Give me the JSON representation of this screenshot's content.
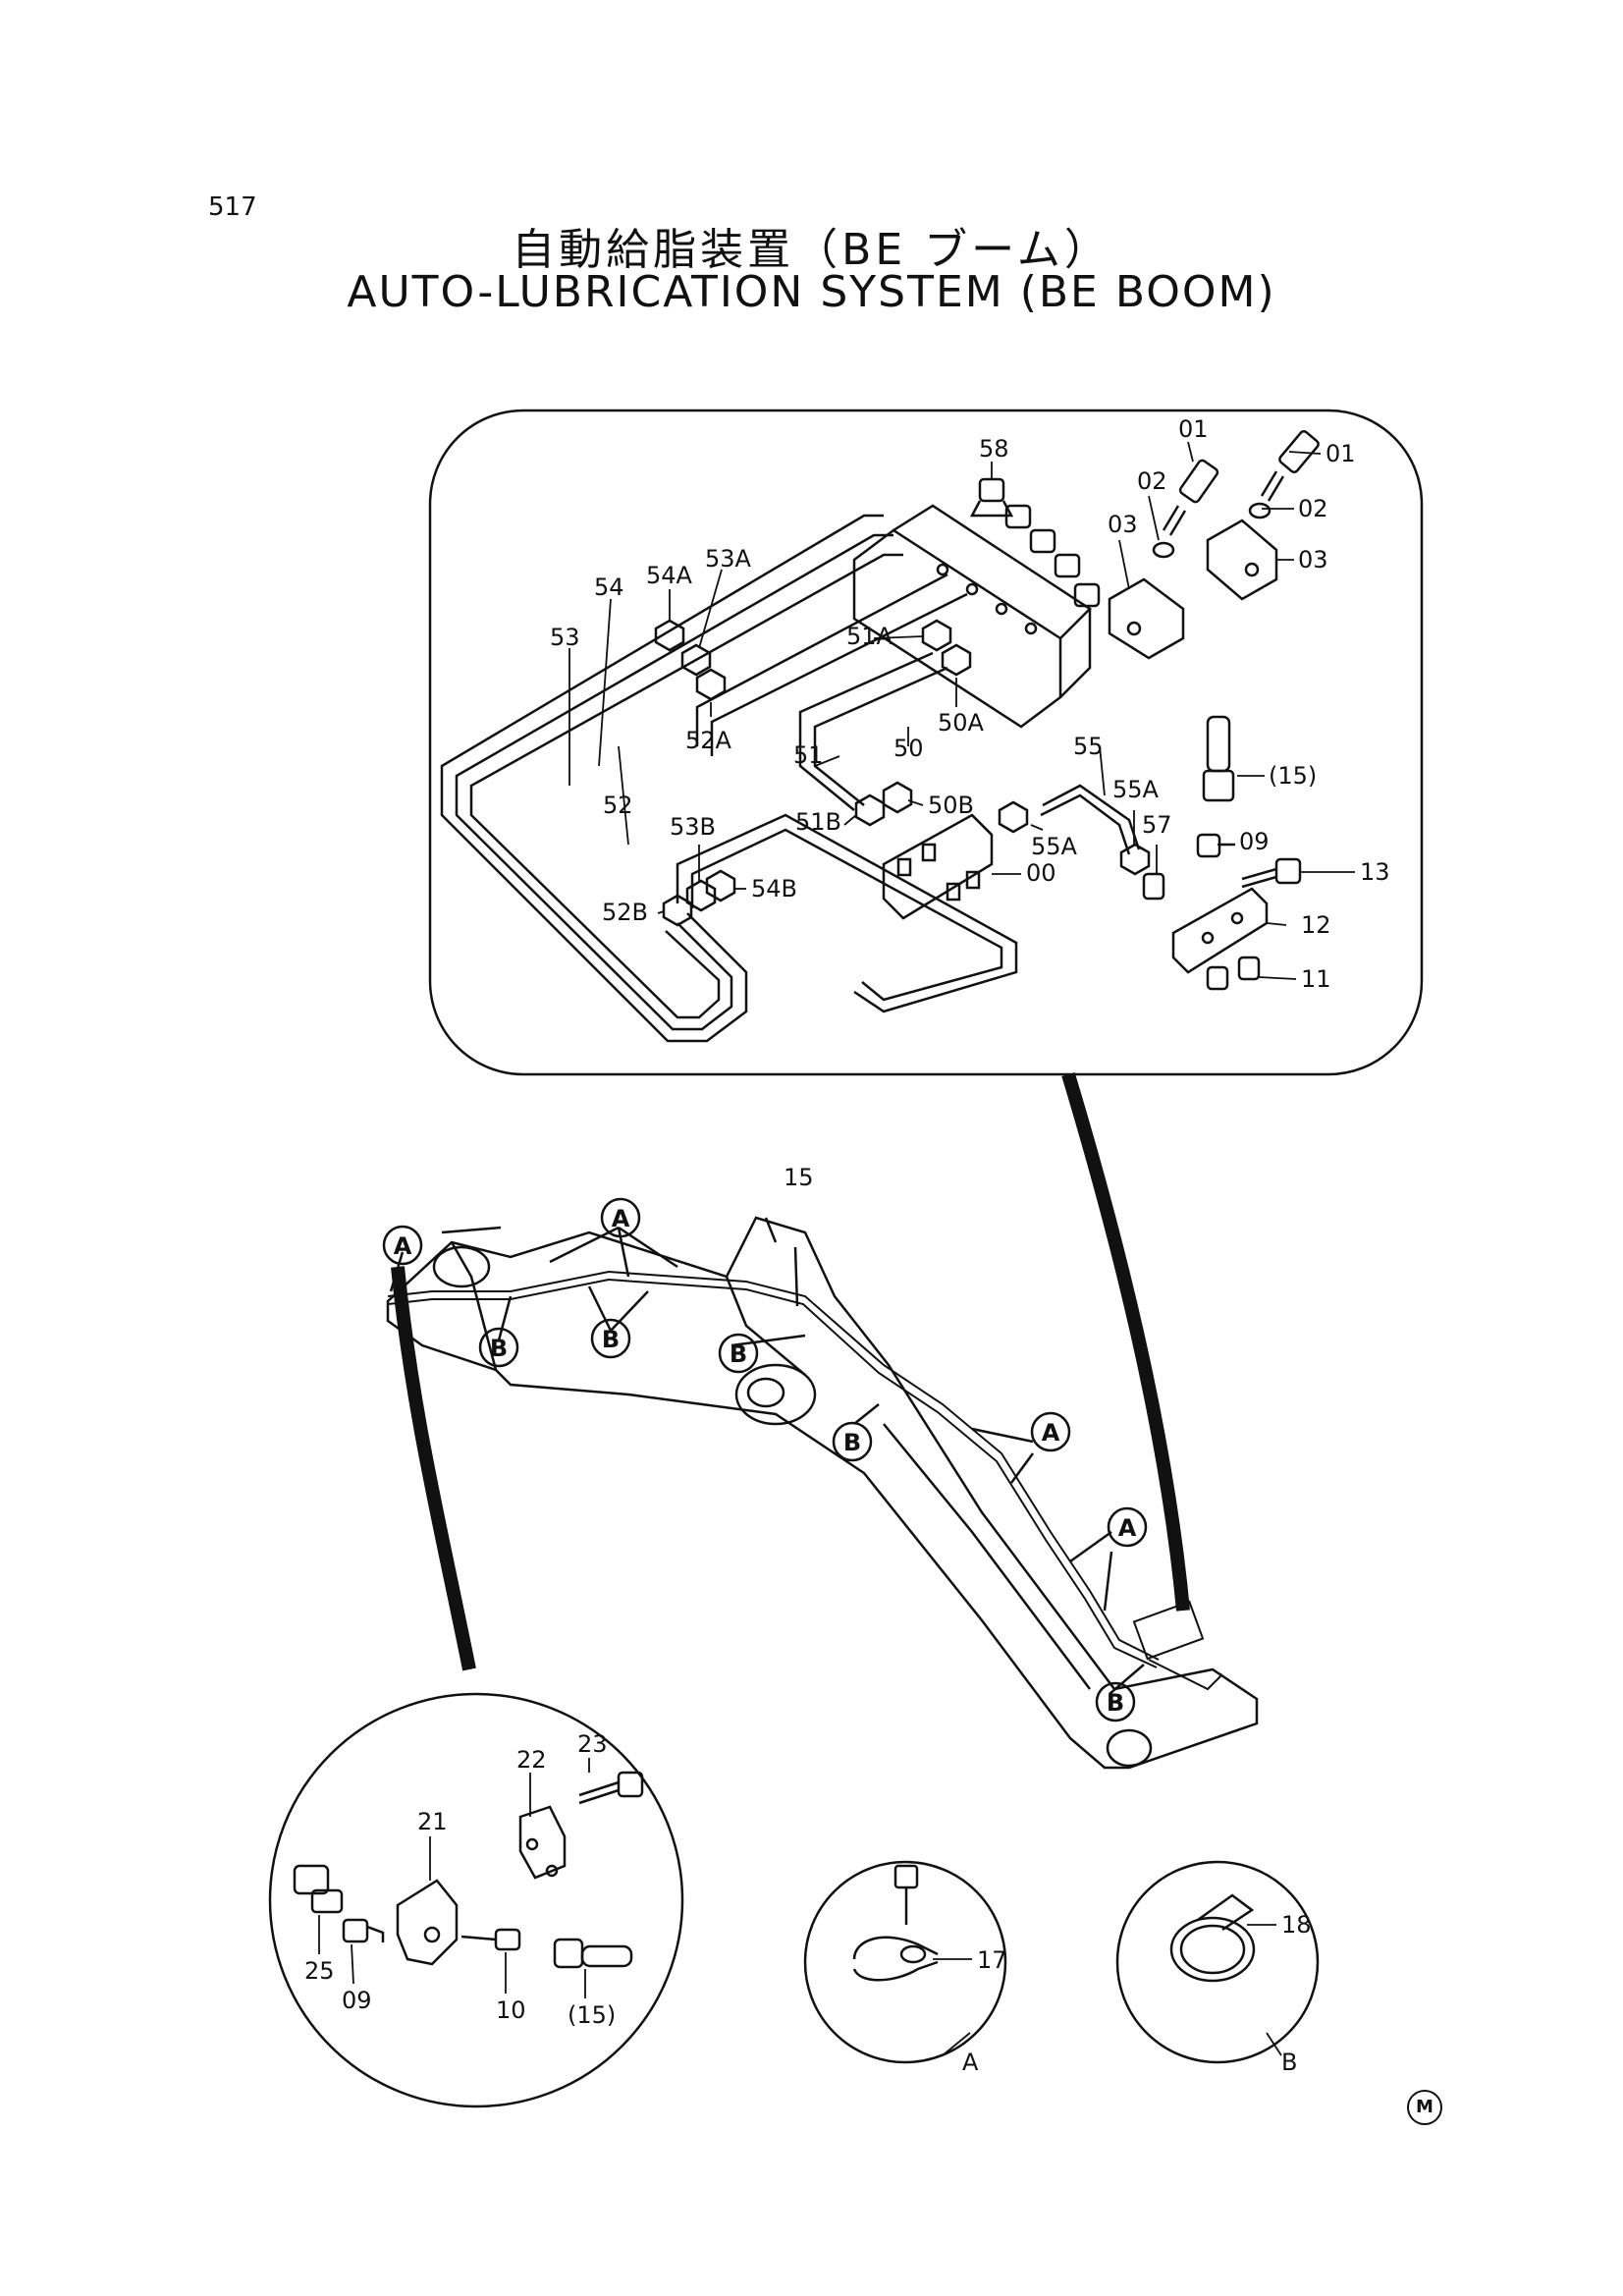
{
  "page_number": "517",
  "title_jp": "自動給脂装置（BE ブーム）",
  "title_en": "AUTO-LUBRICATION SYSTEM (BE BOOM)",
  "callouts": {
    "c58": "58",
    "c01a": "01",
    "c01b": "01",
    "c02a": "02",
    "c02b": "02",
    "c03a": "03",
    "c03b": "03",
    "c54": "54",
    "c54A": "54A",
    "c53A": "53A",
    "c53": "53",
    "c51A": "51A",
    "c50A": "50A",
    "c52A": "52A",
    "c50": "50",
    "c51": "51",
    "c52": "52",
    "c15a": "(15)",
    "c55": "55",
    "c55Aa": "55A",
    "c55Ab": "55A",
    "c51B": "51B",
    "c50B": "50B",
    "c53B": "53B",
    "c57": "57",
    "c09a": "09",
    "c13": "13",
    "c00": "00",
    "c52B": "52B",
    "c54B": "54B",
    "c12": "12",
    "c11": "11",
    "c15boom": "15",
    "c23": "23",
    "c22": "22",
    "c21": "21",
    "c25": "25",
    "c09b": "09",
    "c10": "10",
    "c15b": "(15)",
    "c17": "17",
    "c18": "18",
    "detA": "A",
    "detB": "B"
  },
  "markers": {
    "A": "A",
    "B": "B"
  },
  "maker_mark": "M"
}
